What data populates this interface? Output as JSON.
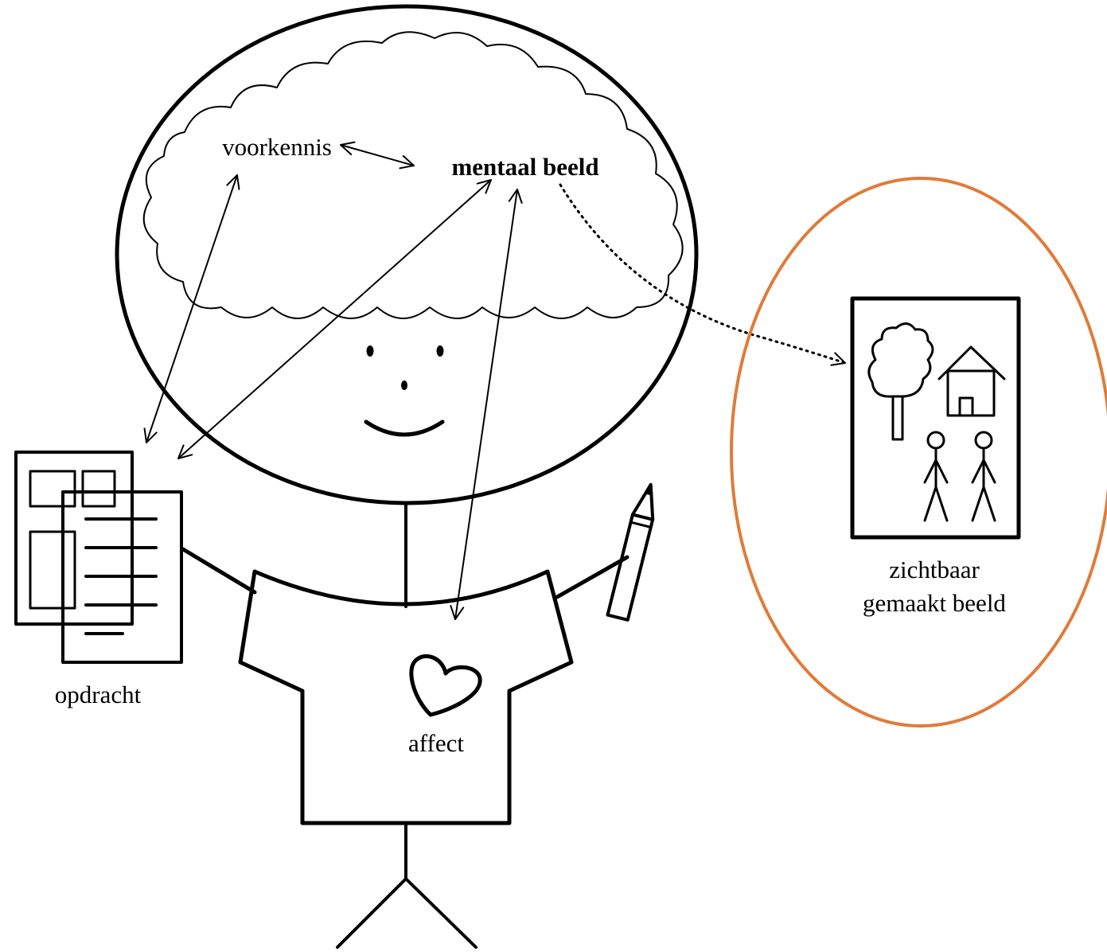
{
  "labels": {
    "prior_knowledge": "voorkennis",
    "mental_image": "mentaal beeld",
    "task": "opdracht",
    "affect": "affect",
    "visible_image_line1": "zichtbaar",
    "visible_image_line2": "gemaakt beeld"
  },
  "colors": {
    "ink": "#000000",
    "highlight_ellipse": "#E07B39",
    "background": "#FFFFFF"
  },
  "icons": [
    "thought-cloud",
    "stick-figure",
    "task-papers",
    "heart",
    "pencil",
    "tree",
    "house",
    "person"
  ]
}
